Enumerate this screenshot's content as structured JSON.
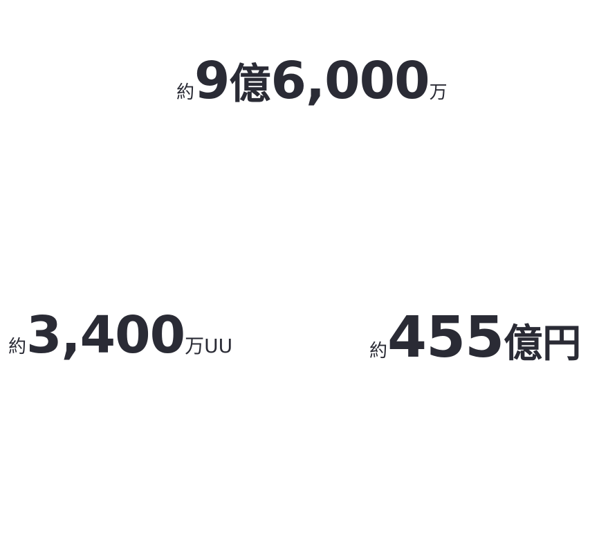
{
  "stats": [
    {
      "prefix": "約",
      "value_part1": "9",
      "unit_mid": "億",
      "value_part2": "6,000",
      "suffix": "万"
    },
    {
      "prefix": "約",
      "value": "3,400",
      "suffix": "万UU"
    },
    {
      "prefix": "約",
      "value": "455",
      "suffix": "億円"
    }
  ],
  "colors": {
    "text": "#2a2b35",
    "background": "#ffffff"
  }
}
